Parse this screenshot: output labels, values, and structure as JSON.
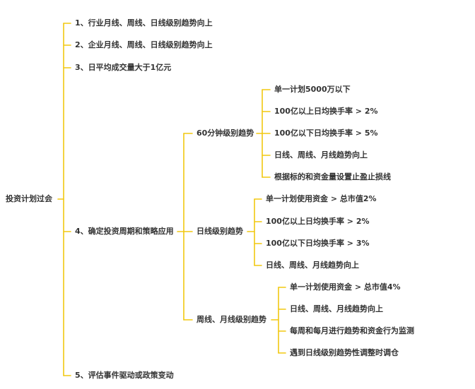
{
  "mindmap": {
    "root": "投资计划过会",
    "level1": [
      "1、行业月线、周线、日线级别趋势向上",
      "2、企业月线、周线、日线级别趋势向上",
      "3、日平均成交量大于1亿元",
      "4、确定投资周期和策略应用",
      "5、评估事件驱动或政策变动"
    ],
    "strategies": [
      {
        "label": "60分钟级别趋势",
        "items": [
          "单一计划5000万以下",
          "100亿以上日均换手率 > 2%",
          "100亿以下日均换手率 > 5%",
          "日线、周线、月线趋势向上",
          "根据标的和资金量设置止盈止损线"
        ]
      },
      {
        "label": "日线级别趋势",
        "items": [
          "单一计划使用资金 > 总市值2%",
          "100亿以上日均换手率 > 2%",
          "100亿以下日均换手率 > 3%",
          "日线、周线、月线趋势向上"
        ]
      },
      {
        "label": "周线、月线级别趋势",
        "items": [
          "单一计划使用资金 > 总市值4%",
          "日线、周线、月线趋势向上",
          "每周和每月进行趋势和资金行为监测",
          "遇到日线级别趋势性调整时调仓"
        ]
      }
    ],
    "line_color": "#f2c811",
    "text_color": "#333333"
  }
}
